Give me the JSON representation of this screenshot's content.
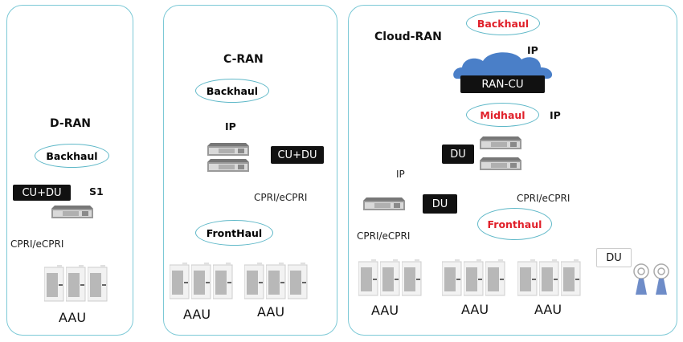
{
  "panels": [
    {
      "title": "D-RAN",
      "backhaul": "Backhaul",
      "unit_label": "CU+DU",
      "interface_label": "S1",
      "fronthaul_protocol": "CPRI/eCPRI",
      "aau_label": "AAU"
    },
    {
      "title": "C-RAN",
      "backhaul": "Backhaul",
      "ip_label": "IP",
      "unit_label": "CU+DU",
      "fronthaul_protocol": "CPRI/eCPRI",
      "fronthaul": "FrontHaul",
      "aau_labels": [
        "AAU",
        "AAU"
      ]
    },
    {
      "title": "Cloud-RAN",
      "backhaul": "Backhaul",
      "ip_label_top": "IP",
      "cu_label": "RAN-CU",
      "midhaul": "Midhaul",
      "ip_label_mid": "IP",
      "du_label_center": "DU",
      "ip_label_left": "IP",
      "du_label_left": "DU",
      "fronthaul_protocol_left": "CPRI/eCPRI",
      "fronthaul_protocol_center": "CPRI/eCPRI",
      "fronthaul": "Fronthaul",
      "du_label_right": "DU",
      "aau_labels": [
        "AAU",
        "AAU",
        "AAU"
      ]
    }
  ],
  "colors": {
    "panel_border": "#7cc9d6",
    "ellipse_border": "#5fb8c8",
    "highlight_red": "#e0202a",
    "cloud_blue": "#4a7fc8",
    "antenna_blue": "#6e8cc8"
  }
}
